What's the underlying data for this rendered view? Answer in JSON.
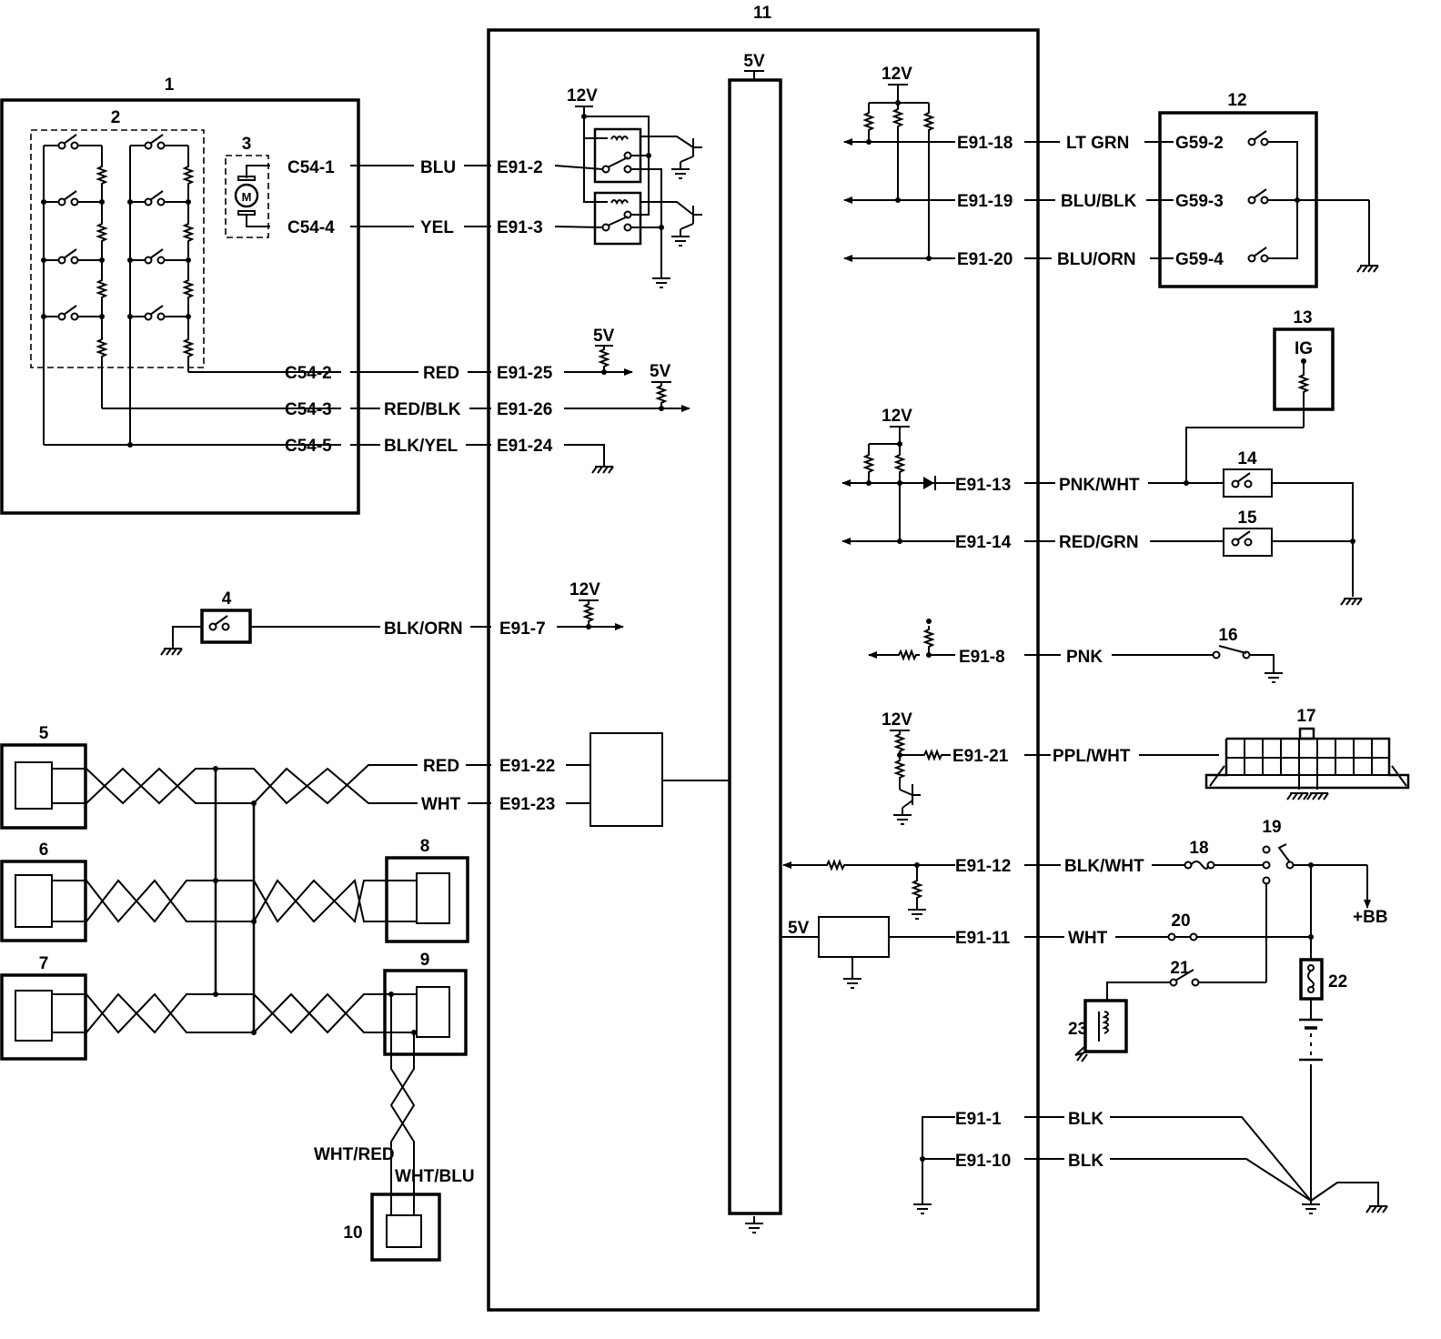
{
  "components": {
    "c1": "1",
    "c2": "2",
    "c3": "3",
    "c4": "4",
    "c5": "5",
    "c6": "6",
    "c7": "7",
    "c8": "8",
    "c9": "9",
    "c10": "10",
    "c11": "11",
    "c12": "12",
    "c13": "13",
    "c14": "14",
    "c15": "15",
    "c16": "16",
    "c17": "17",
    "c18": "18",
    "c19": "19",
    "c20": "20",
    "c21": "21",
    "c22": "22",
    "c23": "23"
  },
  "supply": {
    "v5": "5V",
    "v12": "12V",
    "ig": "IG",
    "bb": "+BB"
  },
  "motor": "M",
  "connectors": {
    "C54-1": "C54-1",
    "C54-4": "C54-4",
    "C54-2": "C54-2",
    "C54-3": "C54-3",
    "C54-5": "C54-5",
    "E91-2": "E91-2",
    "E91-3": "E91-3",
    "E91-25": "E91-25",
    "E91-26": "E91-26",
    "E91-24": "E91-24",
    "E91-7": "E91-7",
    "E91-22": "E91-22",
    "E91-23": "E91-23",
    "E91-18": "E91-18",
    "E91-19": "E91-19",
    "E91-20": "E91-20",
    "E91-13": "E91-13",
    "E91-14": "E91-14",
    "E91-8": "E91-8",
    "E91-21": "E91-21",
    "E91-12": "E91-12",
    "E91-11": "E91-11",
    "E91-1": "E91-1",
    "E91-10": "E91-10",
    "G59-2": "G59-2",
    "G59-3": "G59-3",
    "G59-4": "G59-4"
  },
  "wires": {
    "blu": "BLU",
    "yel": "YEL",
    "red": "RED",
    "red_blk": "RED/BLK",
    "blk_yel": "BLK/YEL",
    "blk_orn": "BLK/ORN",
    "red2": "RED",
    "wht": "WHT",
    "lt_grn": "LT GRN",
    "blu_blk": "BLU/BLK",
    "blu_orn": "BLU/ORN",
    "pnk_wht": "PNK/WHT",
    "red_grn": "RED/GRN",
    "pnk": "PNK",
    "ppl_wht": "PPL/WHT",
    "blk_wht": "BLK/WHT",
    "wht2": "WHT",
    "blk1": "BLK",
    "blk2": "BLK",
    "wht_red": "WHT/RED",
    "wht_blu": "WHT/BLU"
  }
}
